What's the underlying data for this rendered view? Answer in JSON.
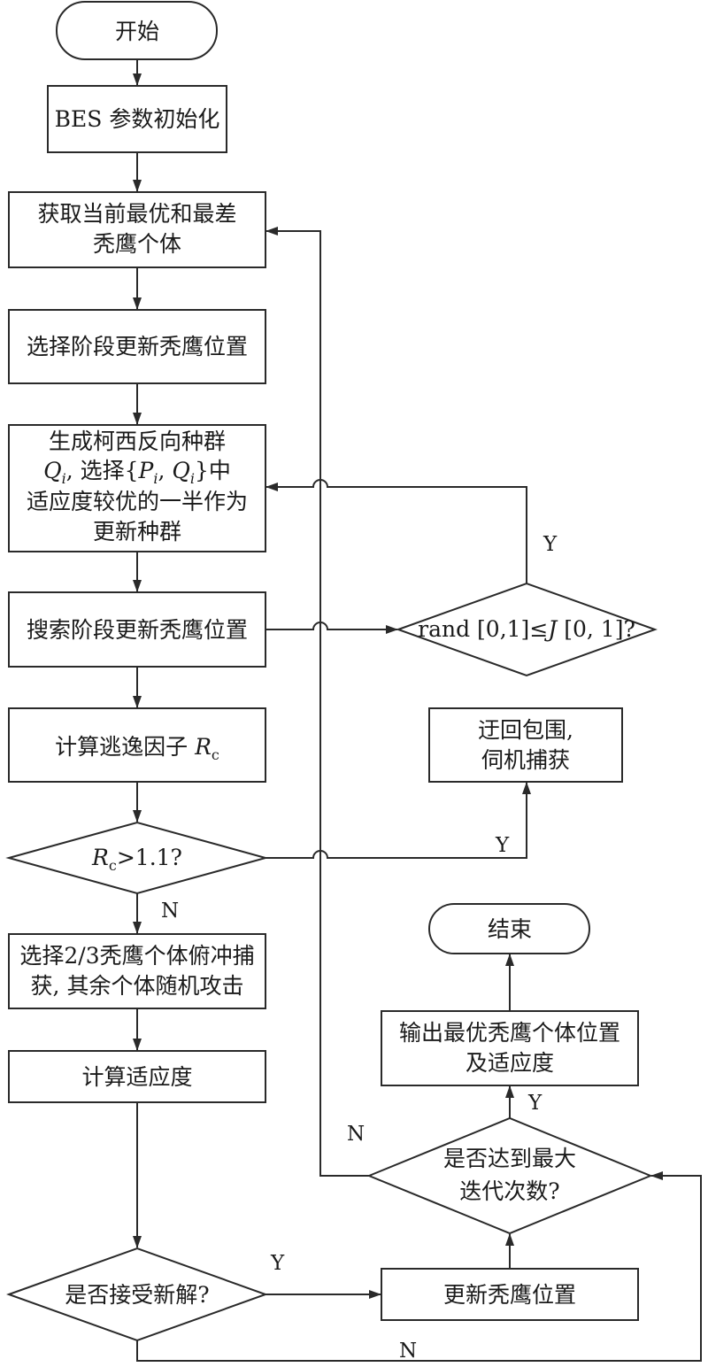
{
  "nodes": {
    "start": "开始",
    "init": "BES 参数初始化",
    "get_best_worst": [
      "获取当前最优和最差",
      "秃鹰个体"
    ],
    "select_stage": "选择阶段更新秃鹰位置",
    "cauchy": {
      "line1": "生成柯西反向种群",
      "line2_q": "Q",
      "line2_qsub": "i",
      "line2_mid": ", 选择{",
      "line2_p": "P",
      "line2_psub": "i",
      "line2_comma": ", ",
      "line2_q2": "Q",
      "line2_q2sub": "i",
      "line2_end": "}中",
      "line3": "适应度较优的一半作为",
      "line4": "更新种群"
    },
    "search_stage": "搜索阶段更新秃鹰位置",
    "rand_check": {
      "prefix": "rand [0,1]≤",
      "j": "J",
      "suffix": " [0, 1]?"
    },
    "escape_factor": {
      "text": "计算逃逸因子 ",
      "r": "R",
      "sub": "c"
    },
    "encircle": [
      "迂回包围,",
      "伺机捕获"
    ],
    "rc_check": {
      "r": "R",
      "sub": "c",
      "suffix": ">1.1?"
    },
    "dive": [
      "选择2/3秃鹰个体俯冲捕",
      "获, 其余个体随机攻击"
    ],
    "fitness": "计算适应度",
    "accept": "是否接受新解?",
    "update_pos": "更新秃鹰位置",
    "max_iter": [
      "是否达到最大",
      "迭代次数?"
    ],
    "output": [
      "输出最优秃鹰个体位置",
      "及适应度"
    ],
    "end": "结束"
  },
  "edge_labels": {
    "rand_yes": "Y",
    "rc_yes": "Y",
    "rc_no": "N",
    "accept_yes": "Y",
    "accept_no": "N",
    "iter_yes": "Y",
    "iter_no": "N"
  }
}
